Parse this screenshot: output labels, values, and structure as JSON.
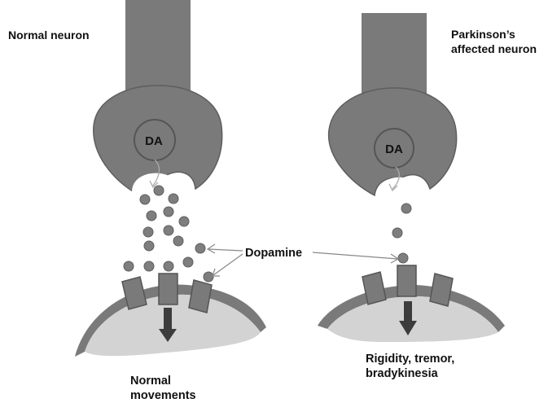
{
  "labels": {
    "normal_neuron": "Normal neuron",
    "parkinsons_neuron_line1": "Parkinson’s",
    "parkinsons_neuron_line2": "affected neuron",
    "vesicle_left": "DA",
    "vesicle_right": "DA",
    "dopamine": "Dopamine",
    "outcome_left_line1": "Normal",
    "outcome_left_line2": "movements",
    "outcome_right_line1": "Rigidity, tremor,",
    "outcome_right_line2": "bradykinesia"
  },
  "colors": {
    "neuron_gray": "#7a7a7a",
    "neuron_outline": "#555555",
    "postsynaptic_fill": "#d3d3d3",
    "dopamine_dot": "#7e7e7e",
    "arrow": "#3c3c3c",
    "background": "#ffffff"
  }
}
